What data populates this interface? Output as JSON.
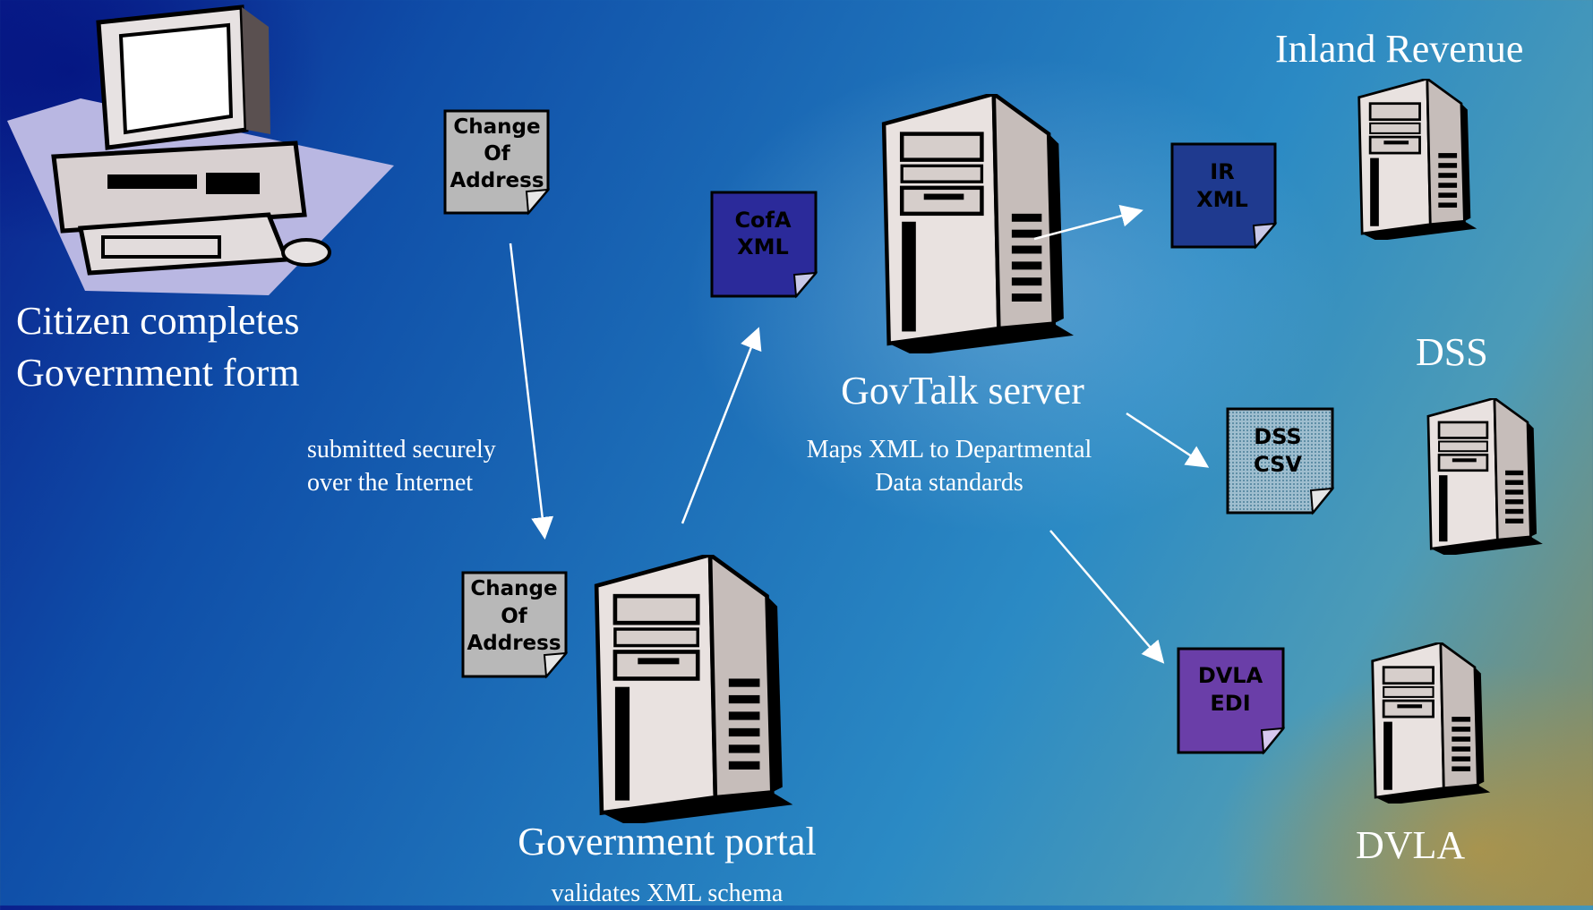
{
  "citizen": {
    "line1": "Citizen completes",
    "line2": "Government form"
  },
  "transfer": {
    "line1": "submitted securely",
    "line2": "over the Internet"
  },
  "portal": {
    "title": "Government portal",
    "subtitle": "validates XML schema"
  },
  "govtalk": {
    "title": "GovTalk server",
    "line1": "Maps XML to Departmental",
    "line2": "Data standards"
  },
  "departments": {
    "ir": "Inland Revenue",
    "dss": "DSS",
    "dvla": "DVLA"
  },
  "documents": {
    "form_top": [
      "Change",
      "Of",
      "Address"
    ],
    "form_portal": [
      "Change",
      "Of",
      "Address"
    ],
    "cofa": [
      "CofA",
      "XML"
    ],
    "ir": [
      "IR",
      "XML"
    ],
    "dss": [
      "DSS",
      "CSV"
    ],
    "dvla": [
      "DVLA",
      "EDI"
    ]
  },
  "colors": {
    "cofa": "#2b2a9a",
    "ir": "#1f3a8f",
    "dss": "#8fb0c0",
    "dvla": "#6a3ea8",
    "form": "#b8b8b8"
  }
}
